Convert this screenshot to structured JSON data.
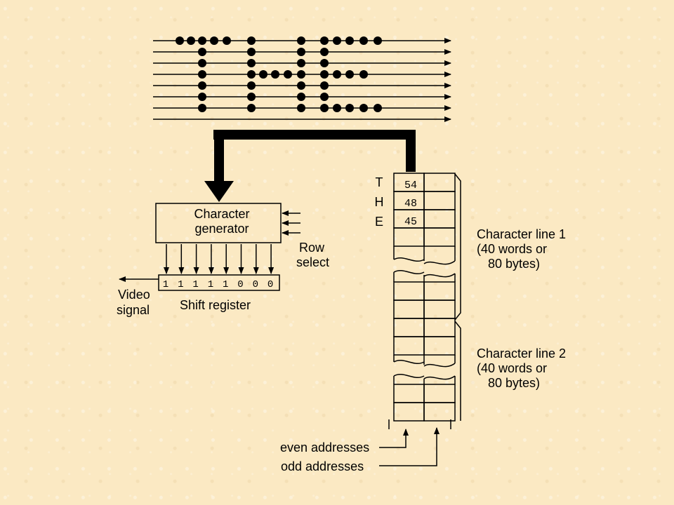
{
  "dot_letters": [
    {
      "letter": "T",
      "pattern": [
        "11111",
        "00100",
        "00100",
        "00100",
        "00100",
        "00100",
        "00100"
      ]
    },
    {
      "letter": "H",
      "pattern": [
        "10001",
        "10001",
        "10001",
        "11111",
        "10001",
        "10001",
        "10001"
      ]
    },
    {
      "letter": "E",
      "pattern": [
        "11111",
        "10000",
        "10000",
        "11110",
        "10000",
        "10000",
        "11111"
      ]
    }
  ],
  "char_generator": {
    "line1": "Character",
    "line2": "generator"
  },
  "row_select": {
    "line1": "Row",
    "line2": "select"
  },
  "shift_register": {
    "label": "Shift register",
    "bits": [
      "1",
      "1",
      "1",
      "1",
      "1",
      "0",
      "0",
      "0"
    ]
  },
  "video_signal": {
    "line1": "Video",
    "line2": "signal"
  },
  "memory": {
    "chars": [
      "T",
      "H",
      "E"
    ],
    "codes": [
      "54",
      "48",
      "45"
    ]
  },
  "char_line_1": {
    "line1": "Character line 1",
    "line2": "(40 words or",
    "line3": "80 bytes)"
  },
  "char_line_2": {
    "line1": "Character line 2",
    "line2": "(40 words or",
    "line3": "80 bytes)"
  },
  "address_labels": {
    "even": "even addresses",
    "odd": "odd addresses"
  }
}
